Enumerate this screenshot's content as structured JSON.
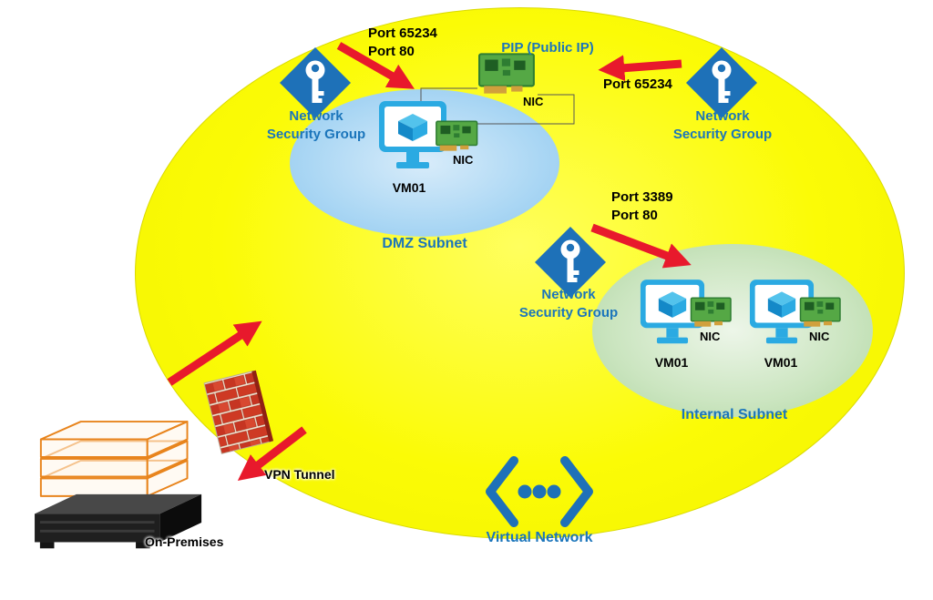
{
  "colors": {
    "vnet_yellow": "#FBFB06",
    "dmz_blue": "#ABD7F4",
    "internal_green": "#CBE5C0",
    "nsg_blue": "#1E71B8",
    "vm_blue": "#2BAAE2",
    "nic_green": "#55A845",
    "arrow_red": "#E8192C",
    "label_blue": "#1B75BB",
    "firewall_red": "#CE3A24"
  },
  "icons": {
    "nsg": "diamond-key-icon",
    "vm": "monitor-cube-icon",
    "nic": "network-card-icon",
    "firewall": "brick-wall-icon",
    "on_premises": "server-rack-icon",
    "virtual_network": "angle-brackets-dots-icon"
  },
  "vnet": {
    "label": "Virtual Network",
    "dmz_subnet": {
      "label": "DMZ Subnet",
      "nsg": {
        "line1": "Network",
        "line2": "Security Group"
      },
      "inbound_ports": {
        "line1": "Port 65234",
        "line2": "Port 80"
      },
      "vm": {
        "label": "VM01",
        "nic_label": "NIC"
      },
      "pip": {
        "label": "PIP (Public IP)",
        "nic_label": "NIC",
        "inbound_port": "Port 65234",
        "nsg": {
          "line1": "Network",
          "line2": "Security Group"
        }
      }
    },
    "internal_subnet": {
      "label": "Internal Subnet",
      "nsg": {
        "line1": "Network",
        "line2": "Security Group"
      },
      "inbound_ports": {
        "line1": "Port 3389",
        "line2": "Port 80"
      },
      "vm1": {
        "label": "VM01",
        "nic_label": "NIC"
      },
      "vm2": {
        "label": "VM01",
        "nic_label": "NIC"
      }
    }
  },
  "on_premises": {
    "label": "On-Premises",
    "vpn_tunnel_label": "VPN Tunnel"
  }
}
